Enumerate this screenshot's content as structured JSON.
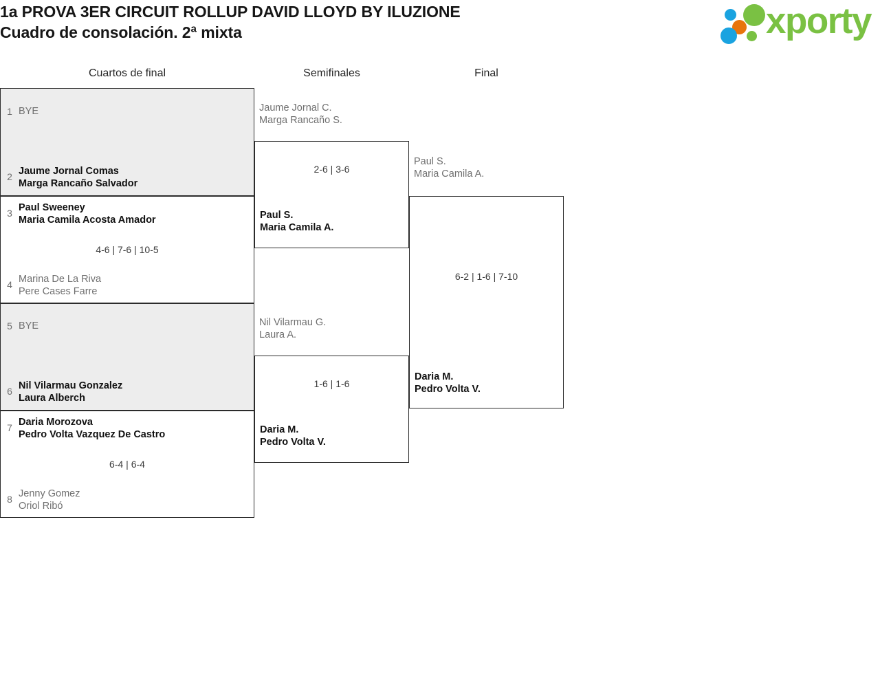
{
  "header": {
    "title_line1": "1a PROVA 3ER CIRCUIT ROLLUP DAVID LLOYD BY ILUZIONE",
    "title_line2": "Cuadro de consolación. 2ª mixta",
    "logo_text": "xporty",
    "logo_colors": {
      "blue": "#1aa3e0",
      "orange": "#e8740c",
      "green": "#7ac143"
    }
  },
  "rounds": [
    {
      "label": "Cuartos de final"
    },
    {
      "label": "Semifinales"
    },
    {
      "label": "Final"
    }
  ],
  "quarterfinals": [
    {
      "shaded": true,
      "score": "",
      "top": {
        "seed": "1",
        "line1": "BYE",
        "line2": "",
        "result": "loser"
      },
      "bottom": {
        "seed": "2",
        "line1": "Jaume Jornal Comas",
        "line2": "Marga Rancaño Salvador",
        "result": "winner"
      }
    },
    {
      "shaded": false,
      "score": "4-6 | 7-6 | 10-5",
      "top": {
        "seed": "3",
        "line1": "Paul Sweeney",
        "line2": "Maria Camila Acosta Amador",
        "result": "winner"
      },
      "bottom": {
        "seed": "4",
        "line1": "Marina De La Riva",
        "line2": "Pere Cases Farre",
        "result": "loser"
      }
    },
    {
      "shaded": true,
      "score": "",
      "top": {
        "seed": "5",
        "line1": "BYE",
        "line2": "",
        "result": "loser"
      },
      "bottom": {
        "seed": "6",
        "line1": "Nil Vilarmau Gonzalez",
        "line2": "Laura Alberch",
        "result": "winner"
      }
    },
    {
      "shaded": false,
      "score": "6-4 | 6-4",
      "top": {
        "seed": "7",
        "line1": "Daria Morozova",
        "line2": "Pedro Volta Vazquez De Castro",
        "result": "winner"
      },
      "bottom": {
        "seed": "8",
        "line1": "Jenny Gomez",
        "line2": "Oriol Ribó",
        "result": "loser"
      }
    }
  ],
  "semifinals": [
    {
      "score": "2-6 | 3-6",
      "top": {
        "line1": "Jaume Jornal C.",
        "line2": "Marga Rancaño S.",
        "result": "loser"
      },
      "bottom": {
        "line1": "Paul S.",
        "line2": "Maria Camila A.",
        "result": "winner"
      }
    },
    {
      "score": "1-6 | 1-6",
      "top": {
        "line1": "Nil Vilarmau G.",
        "line2": "Laura A.",
        "result": "loser"
      },
      "bottom": {
        "line1": "Daria M.",
        "line2": "Pedro Volta V.",
        "result": "winner"
      }
    }
  ],
  "final": {
    "score": "6-2 | 1-6 | 7-10",
    "top": {
      "line1": "Paul S.",
      "line2": "Maria Camila A.",
      "result": "loser"
    },
    "bottom": {
      "line1": "Daria M.",
      "line2": "Pedro Volta V.",
      "result": "winner"
    }
  }
}
